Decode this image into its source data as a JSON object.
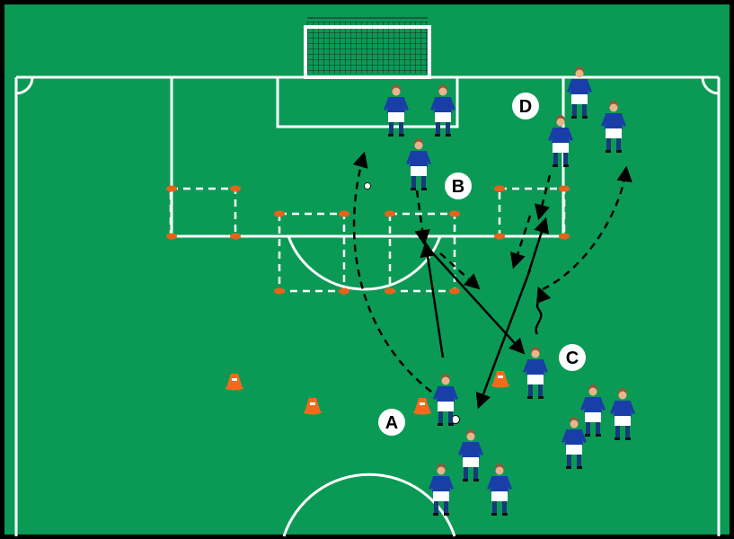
{
  "pitch": {
    "grass_color": "#0b9a55",
    "line_color": "#ffffff",
    "border_color": "#000000"
  },
  "players": {
    "shirt_color": "#1a3ea8",
    "shorts_color": "#ffffff",
    "socks_color": "#173a7a"
  },
  "markers": {
    "cone_color": "#f26a1b",
    "flat_marker_color": "#e8621c"
  },
  "labels": {
    "a": "A",
    "b": "B",
    "c": "C",
    "d": "D"
  }
}
